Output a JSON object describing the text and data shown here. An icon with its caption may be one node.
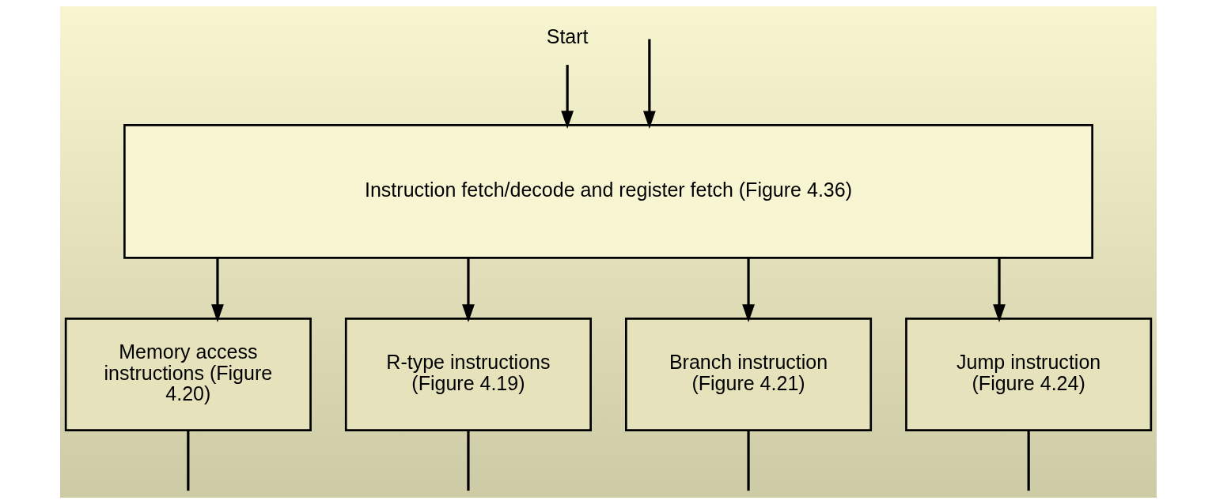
{
  "diagram": {
    "nodes": [
      {
        "text": [
          "Start"
        ]
      },
      {
        "text": [
          "Instruction fetch/decode and register fetch (Figure 4.36)"
        ]
      },
      {
        "text": [
          "Memory access instructions (Figure 4.20)"
        ]
      },
      {
        "text": [
          "R-type instructions (Figure 4.19)"
        ]
      },
      {
        "text": [
          "Branch instruction (Figure 4.21)"
        ]
      },
      {
        "text": [
          "Jump instruction (Figure 4.24)"
        ]
      }
    ],
    "edges": [
      {
        "from": 0,
        "to": 1,
        "arrow": "to"
      },
      {
        "from": null,
        "to": 1,
        "arrow": "to"
      },
      {
        "from": 1,
        "to": 2,
        "arrow": "to"
      },
      {
        "from": 1,
        "to": 3,
        "arrow": "to"
      },
      {
        "from": 1,
        "to": 4,
        "arrow": "to"
      },
      {
        "from": 1,
        "to": 5,
        "arrow": "to"
      },
      {
        "from": 2,
        "to": null,
        "arrow": "none"
      },
      {
        "from": 3,
        "to": null,
        "arrow": "none"
      },
      {
        "from": 4,
        "to": null,
        "arrow": "none"
      },
      {
        "from": 5,
        "to": null,
        "arrow": "none"
      }
    ]
  }
}
